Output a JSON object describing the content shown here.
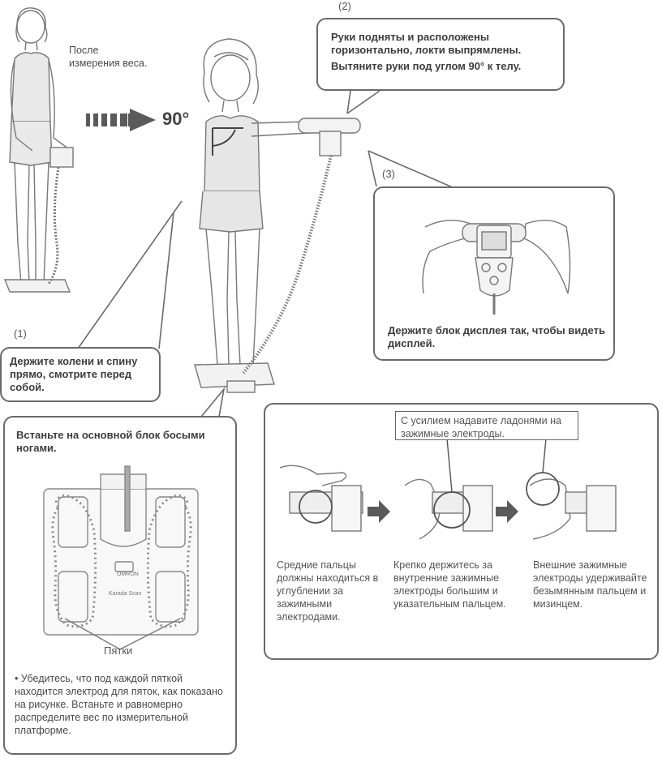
{
  "steps": {
    "after_weight": "После\nизмерения веса.",
    "angle": "90°",
    "s1_num": "(1)",
    "s1_text": "Держите колени и спину прямо, смотрите перед собой.",
    "s2_num": "(2)",
    "s2_text_a": "Руки подняты и расположены горизонтально, локти выпрямлены.",
    "s2_text_b": "Вытяните руки под углом 90° к телу.",
    "s3_num": "(3)",
    "s3_text": "Держите блок дисплея так, чтобы видеть дисплей."
  },
  "feet_panel": {
    "title": "Встаньте на основной блок босыми ногами.",
    "heels_label": "Пятки",
    "device_brand": "OMRON",
    "device_model": "Karada Scan",
    "note": "• Убедитесь, что под каждой пяткой находится электрод для пяток, как показано на рисунке. Встаньте и равномерно распределите вес по измерительной платформе."
  },
  "grip_panel": {
    "callout": "С усилием надавите ладонями на зажимные электроды.",
    "cap1": "Средние пальцы должны находиться в углублении за зажимными электродами.",
    "cap2": "Крепко держитесь за внутренние зажимные электроды большим и указательным пальцем.",
    "cap3": "Внешние зажимные электроды удерживайте безымянным пальцем и мизинцем."
  },
  "colors": {
    "border": "#6a6a6a",
    "arrow": "#5a5a5a",
    "dots": "#8a8a8a",
    "bold_text": "#3c3c3c"
  }
}
